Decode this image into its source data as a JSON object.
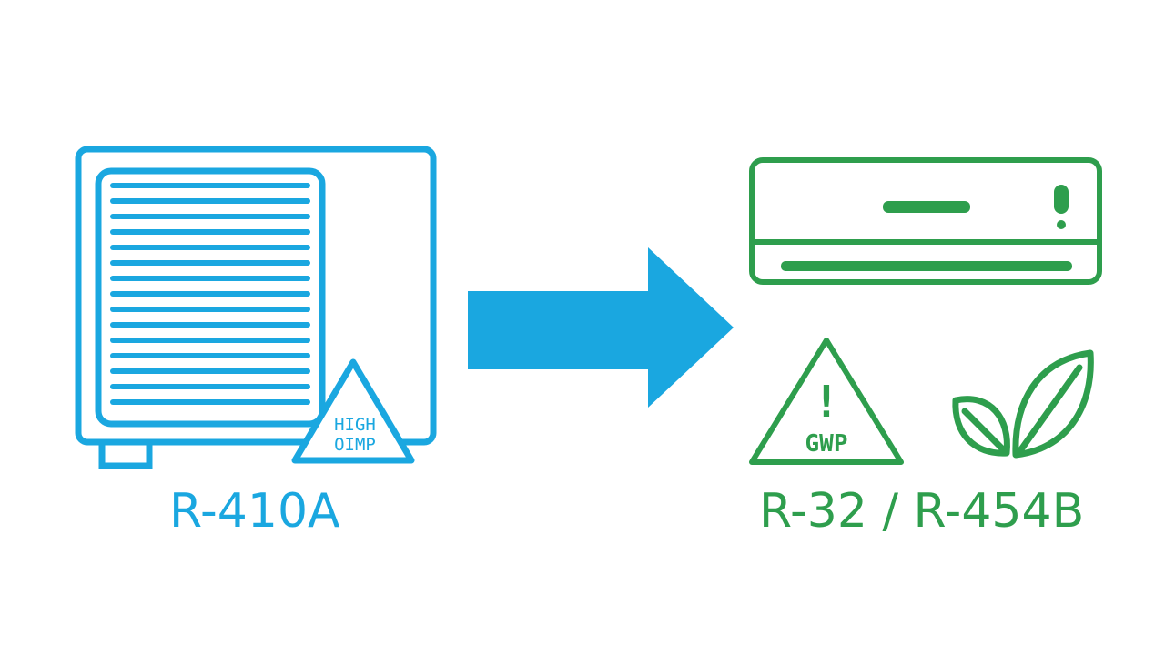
{
  "left_unit": {
    "label": "R-410A",
    "badge_line1": "HIGH",
    "badge_line2": "OIMP",
    "color": "#1aa7e0"
  },
  "arrow": {
    "color": "#1aa7e0"
  },
  "right_unit": {
    "label": "R-32 / R-454B",
    "badge_text": "GWP",
    "badge_mark": "!",
    "color": "#2e9e4d"
  },
  "icons": {
    "left_device": "outdoor-condenser-icon",
    "left_warning": "warning-triangle-icon",
    "right_device": "wall-mounted-ac-icon",
    "right_warning": "warning-triangle-icon",
    "eco": "leaf-icon"
  }
}
